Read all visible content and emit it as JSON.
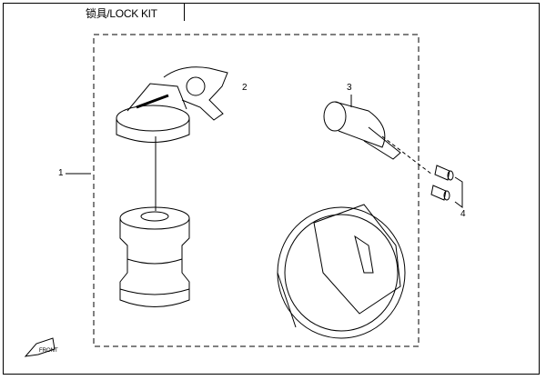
{
  "title": "锁具/LOCK KIT",
  "callouts": [
    {
      "number": "1",
      "part": "ignition-lock-cylinder"
    },
    {
      "number": "2",
      "part": "key-lock-cap"
    },
    {
      "number": "3",
      "part": "seat-lock"
    },
    {
      "number": "4",
      "part": "pins"
    }
  ],
  "front_logo": "FRONT"
}
